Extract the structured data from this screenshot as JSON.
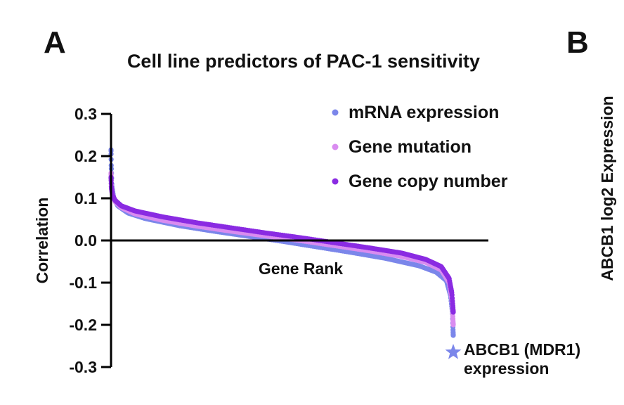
{
  "panels": {
    "a": "A",
    "b": "B"
  },
  "side_axis_label": "ABCB1 log2 Expression",
  "colors": {
    "mrna": "#7b86ea",
    "mutation": "#d98cf0",
    "copy_number": "#8a2be2",
    "axis": "#000000"
  },
  "annotation": {
    "marker": "star",
    "line1": "ABCB1 (MDR1)",
    "line2": "expression",
    "x": 10000,
    "y": -0.265
  },
  "chart_data": {
    "type": "scatter",
    "title": "Cell line predictors of PAC-1 sensitivity",
    "xlabel": "Gene Rank",
    "ylabel": "Correlation",
    "xlim": [
      0,
      10000
    ],
    "ylim": [
      -0.3,
      0.3
    ],
    "yticks": [
      "0.3",
      "0.2",
      "0.1",
      "0.0",
      "-0.1",
      "-0.2",
      "-0.3"
    ],
    "legend_position": "top-right",
    "grid": false,
    "series": [
      {
        "name": "mRNA expression",
        "color_key": "mrna",
        "x": [
          0,
          5,
          25,
          80,
          200,
          500,
          1000,
          2000,
          3000,
          4000,
          5000,
          6000,
          7000,
          8000,
          9000,
          9500,
          9800,
          9920,
          9975,
          10000
        ],
        "y": [
          0.215,
          0.18,
          0.13,
          0.1,
          0.082,
          0.065,
          0.052,
          0.035,
          0.022,
          0.01,
          -0.002,
          -0.015,
          -0.028,
          -0.042,
          -0.06,
          -0.075,
          -0.095,
          -0.13,
          -0.17,
          -0.225
        ]
      },
      {
        "name": "Gene mutation",
        "color_key": "mutation",
        "x": [
          0,
          10,
          40,
          120,
          300,
          700,
          1500,
          2500,
          3500,
          4500,
          5500,
          6500,
          7500,
          8500,
          9200,
          9650,
          9880,
          9960,
          10000
        ],
        "y": [
          0.16,
          0.13,
          0.11,
          0.092,
          0.078,
          0.063,
          0.048,
          0.034,
          0.022,
          0.011,
          0.0,
          -0.012,
          -0.024,
          -0.038,
          -0.052,
          -0.07,
          -0.1,
          -0.14,
          -0.2
        ]
      },
      {
        "name": "Gene copy number",
        "color_key": "copy_number",
        "x": [
          0,
          10,
          40,
          120,
          300,
          700,
          1500,
          2500,
          3500,
          4500,
          5500,
          6500,
          7500,
          8500,
          9200,
          9650,
          9880,
          9960,
          10000
        ],
        "y": [
          0.15,
          0.125,
          0.108,
          0.095,
          0.082,
          0.07,
          0.056,
          0.042,
          0.03,
          0.018,
          0.007,
          -0.005,
          -0.017,
          -0.03,
          -0.045,
          -0.062,
          -0.09,
          -0.125,
          -0.17
        ]
      }
    ]
  }
}
